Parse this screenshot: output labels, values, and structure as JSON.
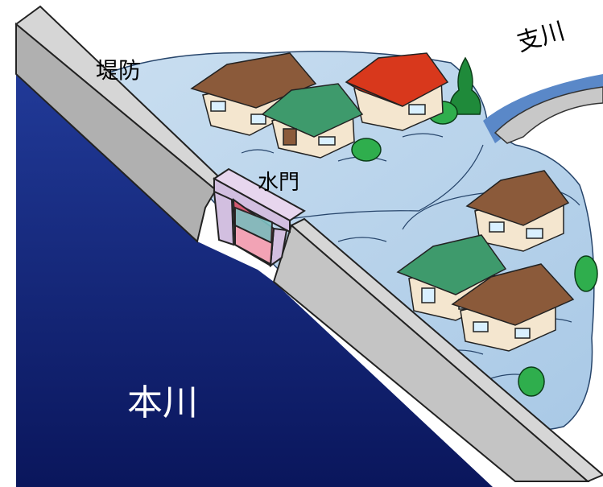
{
  "labels": {
    "levee": "堤防",
    "tributary": "支川",
    "floodgate": "水門",
    "main_river": "本川"
  },
  "colors": {
    "main_river_top": "#1b2f86",
    "main_river_bottom": "#0a165c",
    "flood_water": "#b9d3ea",
    "levee": "#c8c8c8",
    "roof_brown": "#8b5a3a",
    "roof_green": "#3e9a6c",
    "roof_red": "#d8381c",
    "tree": "#1f8a3a"
  }
}
